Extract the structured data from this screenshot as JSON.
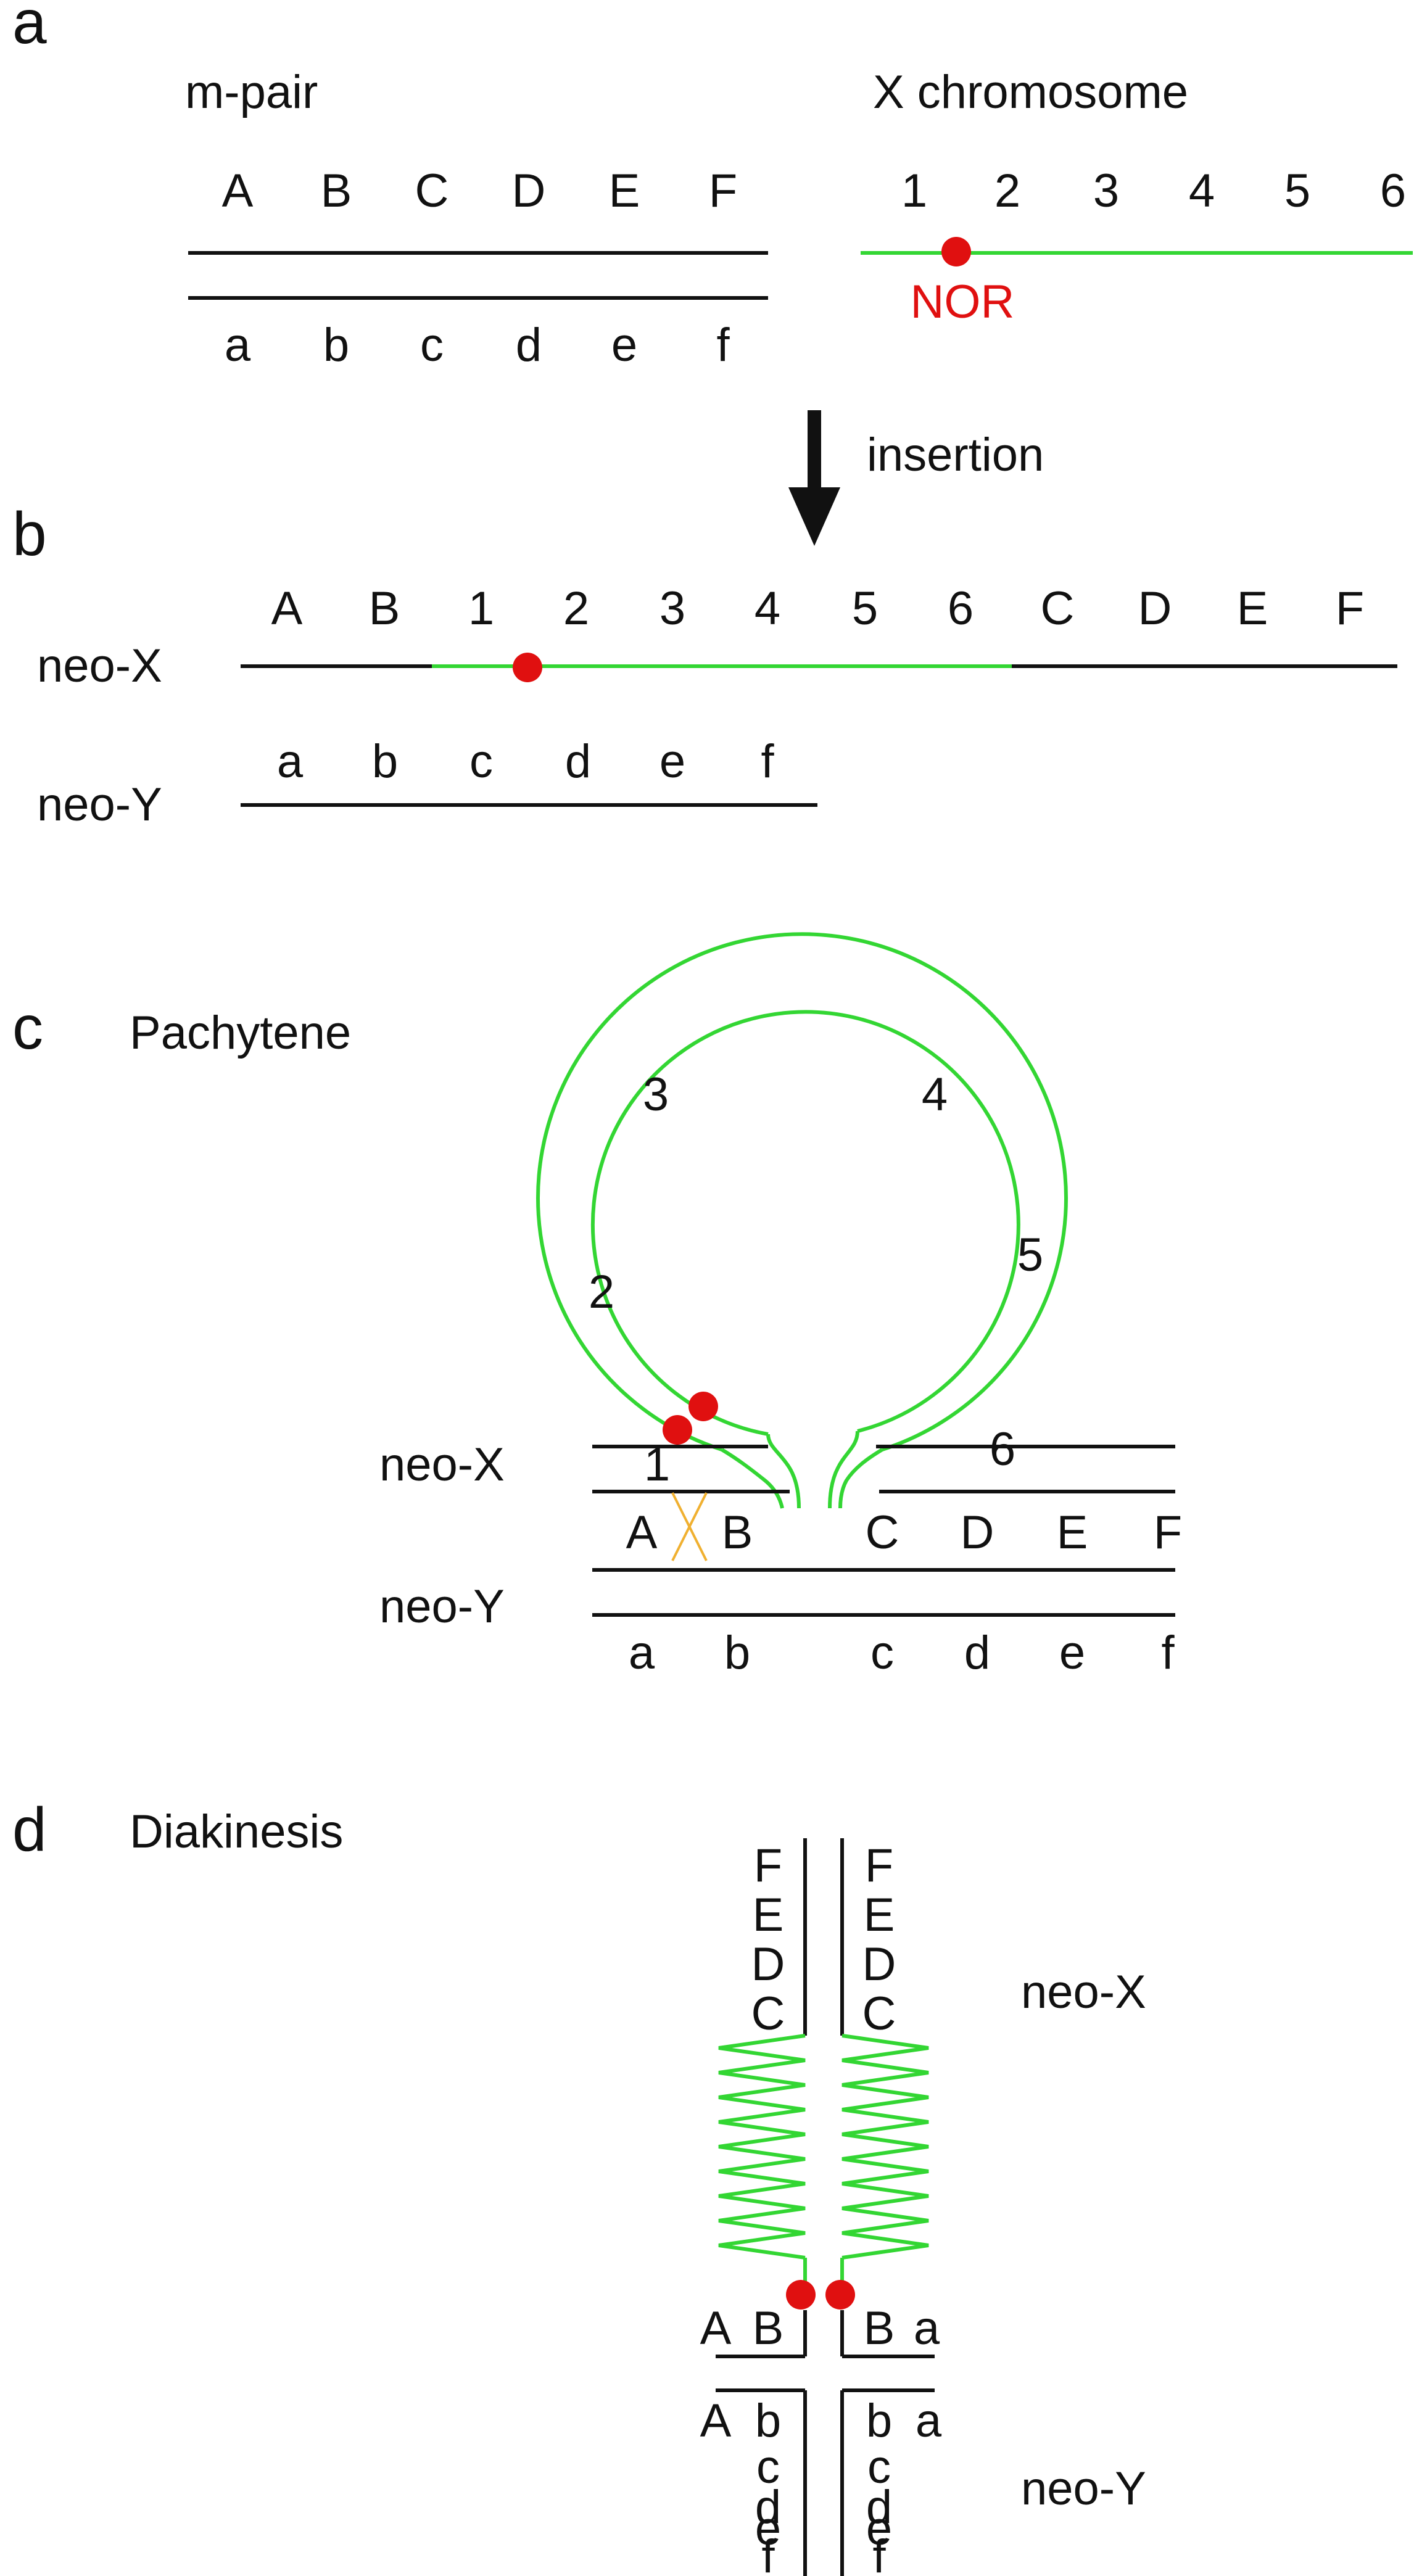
{
  "colors": {
    "chromosome": "#111111",
    "x_segment": "#33d633",
    "nor": "#e01010",
    "crossover": "#f0b030",
    "background": "#ffffff"
  },
  "panel_a": {
    "letter": "a",
    "mpair_title": "m-pair",
    "x_title": "X chromosome",
    "upper": [
      "A",
      "B",
      "C",
      "D",
      "E",
      "F"
    ],
    "lower": [
      "a",
      "b",
      "c",
      "d",
      "e",
      "f"
    ],
    "x_numbers": [
      "1",
      "2",
      "3",
      "4",
      "5",
      "6"
    ],
    "nor_label": "NOR"
  },
  "arrow": {
    "label": "insertion"
  },
  "panel_b": {
    "letter": "b",
    "neo_x_label": "neo-X",
    "neo_y_label": "neo-Y",
    "neo_x_genes": [
      "A",
      "B",
      "1",
      "2",
      "3",
      "4",
      "5",
      "6",
      "C",
      "D",
      "E",
      "F"
    ],
    "neo_y_genes": [
      "a",
      "b",
      "c",
      "d",
      "e",
      "f"
    ]
  },
  "panel_c": {
    "letter": "c",
    "title": "Pachytene",
    "neo_x_label": "neo-X",
    "neo_y_label": "neo-Y",
    "loop_numbers": [
      "1",
      "2",
      "3",
      "4",
      "5",
      "6"
    ],
    "upper": [
      "A",
      "B",
      "C",
      "D",
      "E",
      "F"
    ],
    "lower": [
      "a",
      "b",
      "c",
      "d",
      "e",
      "f"
    ]
  },
  "panel_d": {
    "letter": "d",
    "title": "Diakinesis",
    "neo_x_label": "neo-X",
    "neo_y_label": "neo-Y",
    "top_stack": [
      "F",
      "E",
      "D",
      "C"
    ],
    "b_left": [
      "A",
      "B"
    ],
    "b_right": [
      "B",
      "a"
    ],
    "y_upper_left": "A",
    "y_upper_right": "a",
    "y_stack": [
      "b",
      "c",
      "d",
      "e",
      "f"
    ]
  }
}
